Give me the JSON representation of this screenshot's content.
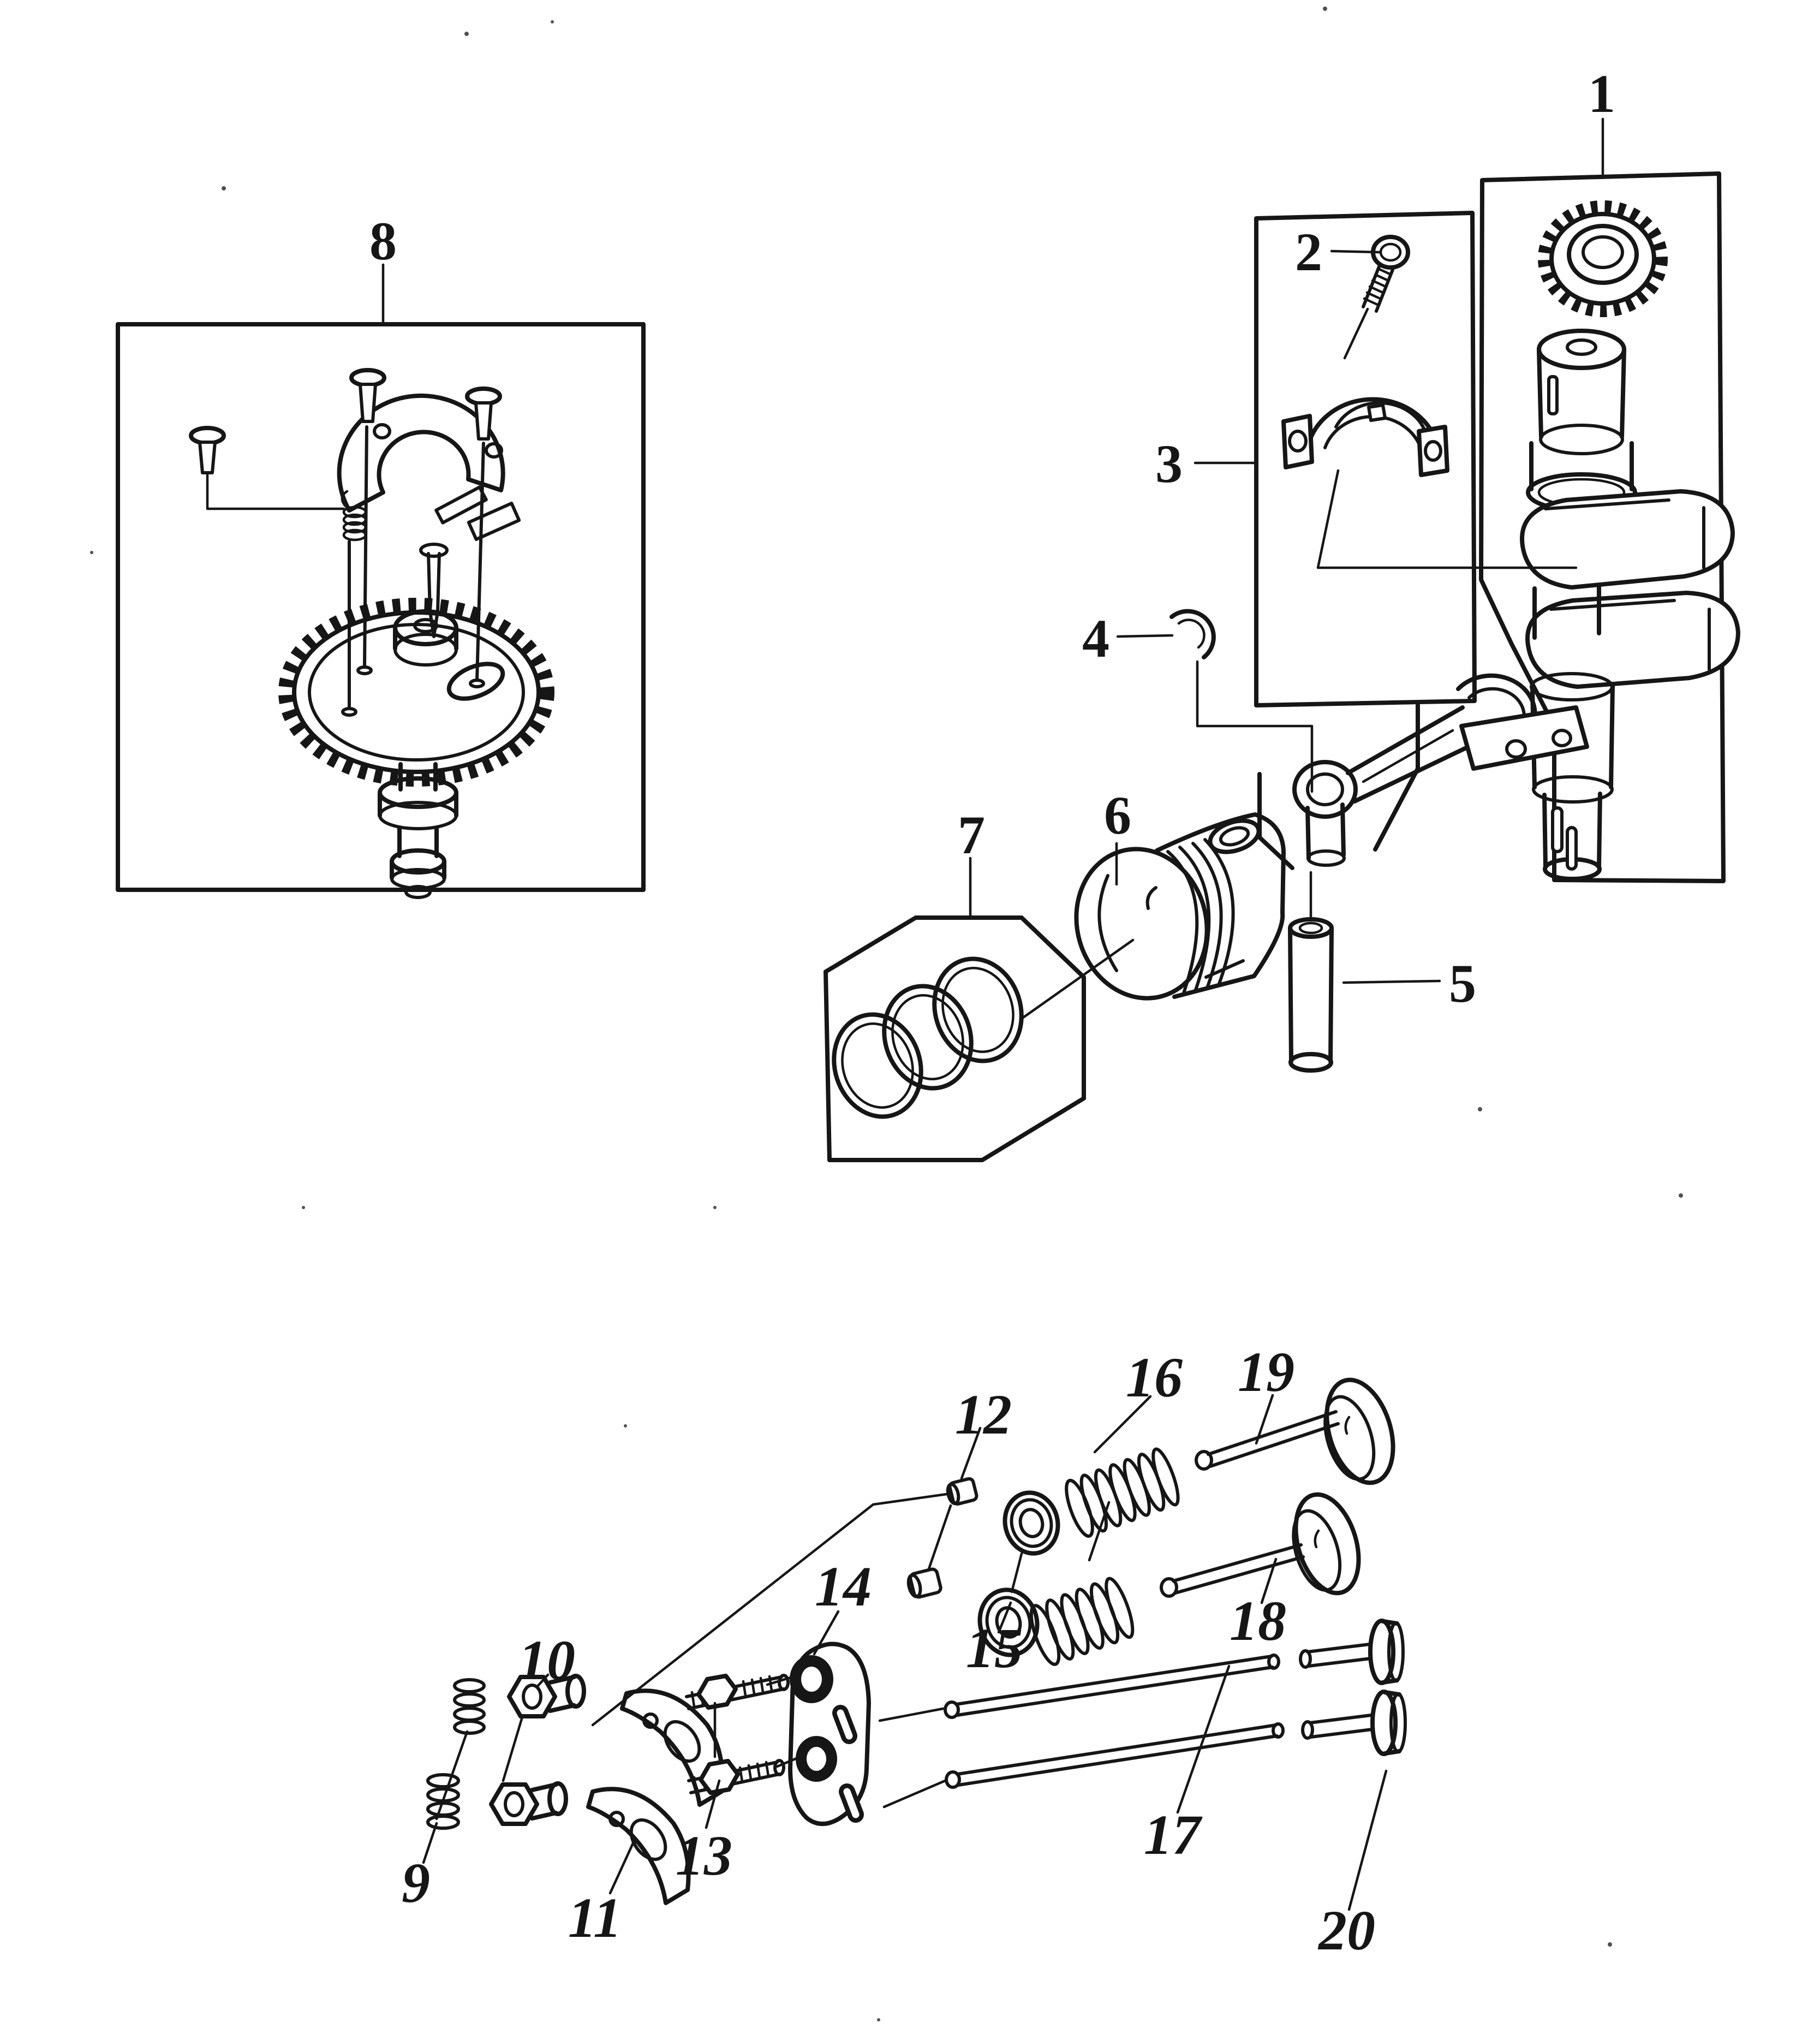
{
  "figure": {
    "type": "exploded-parts-diagram",
    "subject": "engine crankshaft, piston and valve train",
    "background": "#ffffff",
    "line_color": "#161616",
    "callouts": [
      {
        "label": "1",
        "part": "crankshaft-assembly"
      },
      {
        "label": "2",
        "part": "connecting-rod-bolt"
      },
      {
        "label": "3",
        "part": "bearing-cap-set"
      },
      {
        "label": "4",
        "part": "piston-pin-clip"
      },
      {
        "label": "5",
        "part": "piston-pin"
      },
      {
        "label": "6",
        "part": "piston"
      },
      {
        "label": "7",
        "part": "piston-ring-set"
      },
      {
        "label": "8",
        "part": "camshaft-assembly"
      },
      {
        "label": "9",
        "part": "adjuster-spring"
      },
      {
        "label": "10",
        "part": "rocker-pivot-nut"
      },
      {
        "label": "11",
        "part": "rocker-arm"
      },
      {
        "label": "12",
        "part": "valve-keeper"
      },
      {
        "label": "13",
        "part": "rocker-stud"
      },
      {
        "label": "14",
        "part": "push-rod-guide-plate"
      },
      {
        "label": "15",
        "part": "valve-spring-retainer"
      },
      {
        "label": "16",
        "part": "valve-spring"
      },
      {
        "label": "17",
        "part": "push-rod"
      },
      {
        "label": "18",
        "part": "exhaust-valve"
      },
      {
        "label": "19",
        "part": "intake-valve"
      },
      {
        "label": "20",
        "part": "valve-tappet"
      }
    ]
  }
}
